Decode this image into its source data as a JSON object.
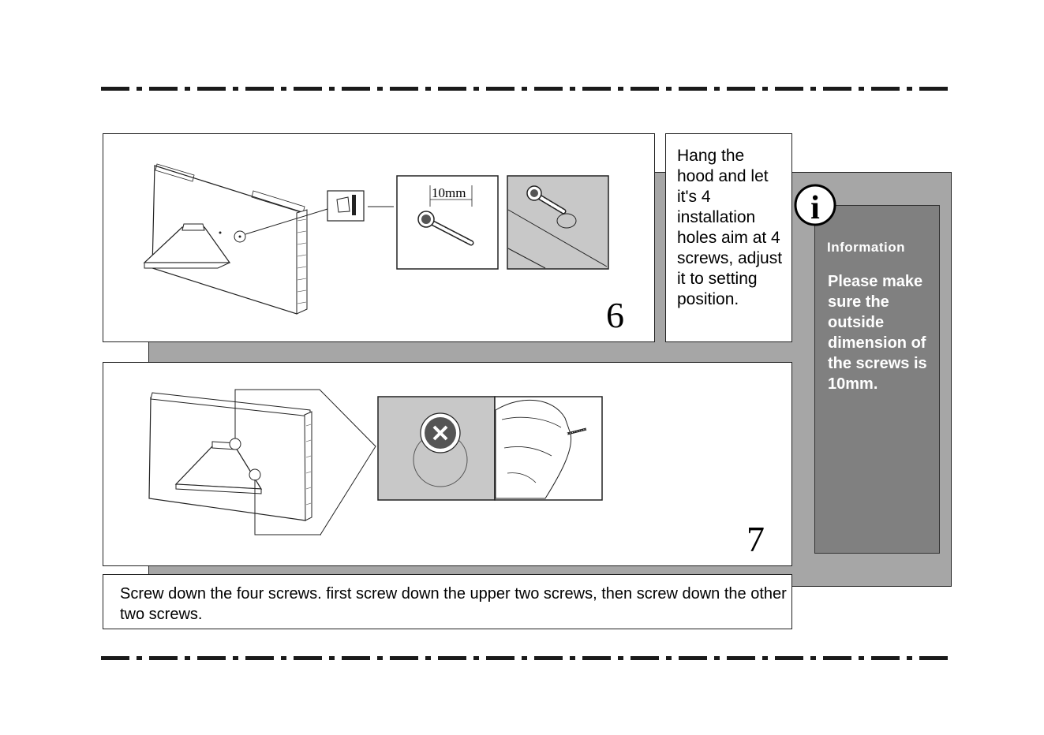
{
  "step6": {
    "number": "6",
    "instruction": "Hang the hood and let it's 4 installation holes aim at 4 screws, adjust it to setting position.",
    "dimension_label": "10mm"
  },
  "step7": {
    "number": "7",
    "instruction": "Screw down the four screws. first screw down the upper two screws, then screw down the other two screws."
  },
  "info": {
    "icon_letter": "i",
    "title": "Information",
    "body": "Please make sure the outside dimension of the screws is 10mm."
  },
  "colors": {
    "panel_gray": "#a6a6a6",
    "info_gray": "#808080",
    "detail_gray": "#c8c8c8"
  }
}
